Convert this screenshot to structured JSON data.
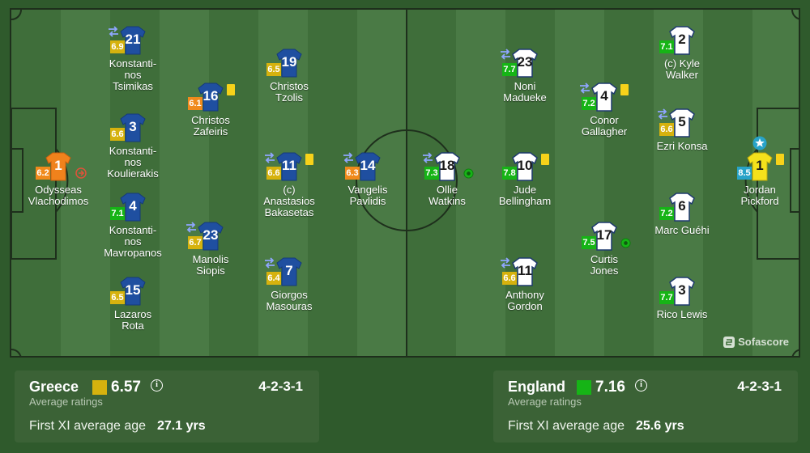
{
  "brand": "Sofascore",
  "colors": {
    "greece_shirt": "#1f4fa0",
    "england_shirt": "#ffffff",
    "gk_greece": "#f0821c",
    "gk_england": "#f4e11c",
    "rating_green": "#16b416",
    "rating_orange": "#f08a1c",
    "rating_yellow": "#d6b20e",
    "rating_blue": "#28a3c8"
  },
  "greece": {
    "name": "Greece",
    "avg_rating": "6.57",
    "avg_label": "Average ratings",
    "formation": "4-2-3-1",
    "age_label": "First XI average age",
    "age_value": "27.1 yrs",
    "players": [
      {
        "number": "1",
        "rating": "6.2",
        "name": "Odysseas\nVlachodimos"
      },
      {
        "number": "21",
        "rating": "6.9",
        "name": "Konstanti-\nnos\nTsimikas"
      },
      {
        "number": "3",
        "rating": "6.6",
        "name": "Konstanti-\nnos\nKoulierakis"
      },
      {
        "number": "4",
        "rating": "7.1",
        "name": "Konstanti-\nnos\nMavropanos"
      },
      {
        "number": "15",
        "rating": "6.5",
        "name": "Lazaros\nRota"
      },
      {
        "number": "16",
        "rating": "6.1",
        "name": "Christos\nZafeiris"
      },
      {
        "number": "23",
        "rating": "6.7",
        "name": "Manolis\nSiopis"
      },
      {
        "number": "19",
        "rating": "6.5",
        "name": "Christos\nTzolis"
      },
      {
        "number": "11",
        "rating": "6.6",
        "name": "(c)\nAnastasios\nBakasetas"
      },
      {
        "number": "7",
        "rating": "6.4",
        "name": "Giorgos\nMasouras"
      },
      {
        "number": "14",
        "rating": "6.3",
        "name": "Vangelis\nPavlidis"
      }
    ]
  },
  "england": {
    "name": "England",
    "avg_rating": "7.16",
    "avg_label": "Average ratings",
    "formation": "4-2-3-1",
    "age_label": "First XI average age",
    "age_value": "25.6 yrs",
    "players": [
      {
        "number": "1",
        "rating": "8.5",
        "name": "Jordan\nPickford"
      },
      {
        "number": "2",
        "rating": "7.1",
        "name": "(c) Kyle\nWalker"
      },
      {
        "number": "5",
        "rating": "6.6",
        "name": "Ezri Konsa"
      },
      {
        "number": "6",
        "rating": "7.2",
        "name": "Marc Guéhi"
      },
      {
        "number": "3",
        "rating": "7.7",
        "name": "Rico Lewis"
      },
      {
        "number": "4",
        "rating": "7.2",
        "name": "Conor\nGallagher"
      },
      {
        "number": "17",
        "rating": "7.5",
        "name": "Curtis\nJones"
      },
      {
        "number": "23",
        "rating": "7.7",
        "name": "Noni\nMadueke"
      },
      {
        "number": "10",
        "rating": "7.8",
        "name": "Jude\nBellingham"
      },
      {
        "number": "11",
        "rating": "6.6",
        "name": "Anthony\nGordon"
      },
      {
        "number": "18",
        "rating": "7.3",
        "name": "Ollie\nWatkins"
      }
    ]
  }
}
